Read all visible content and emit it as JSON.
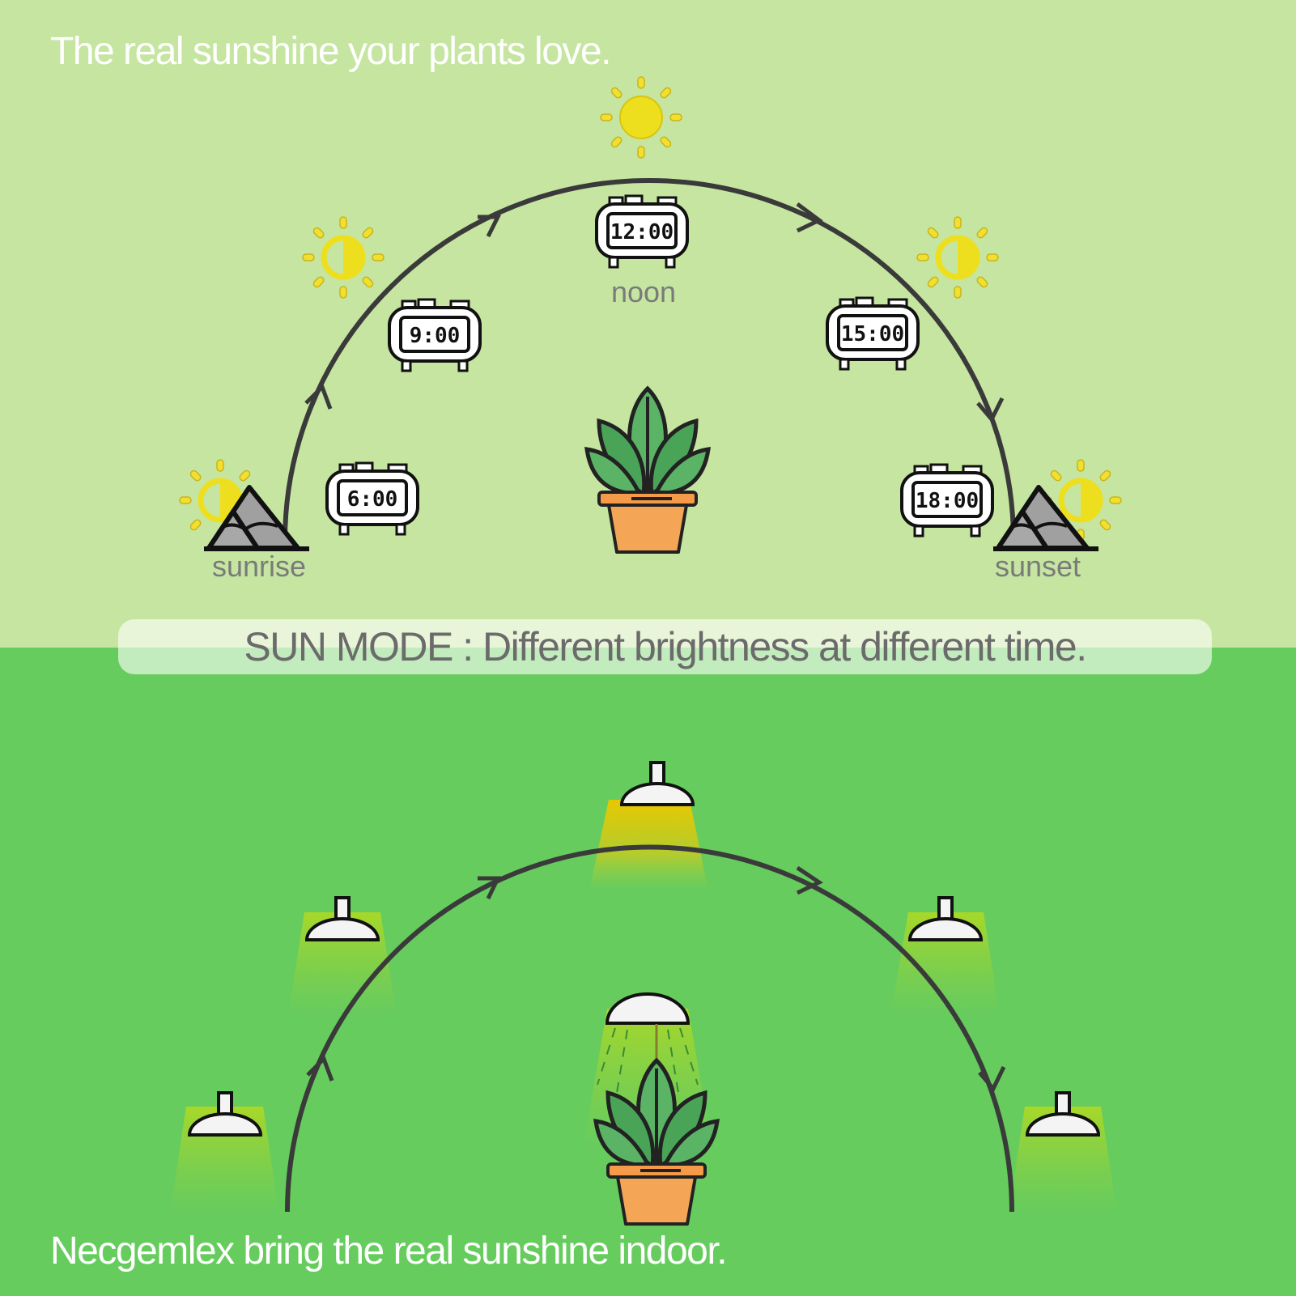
{
  "header": {
    "title": "The real sunshine your plants love."
  },
  "sun_cycle": {
    "labels": {
      "sunrise": "sunrise",
      "noon": "noon",
      "sunset": "sunset"
    },
    "clocks": [
      "6:00",
      "9:00",
      "12:00",
      "15:00",
      "18:00"
    ],
    "icons": [
      "sun-icon",
      "half-sun-icon",
      "mountain-icon",
      "alarm-clock-icon",
      "potted-plant-icon"
    ]
  },
  "banner": {
    "text": "SUN MODE : Different brightness at different time."
  },
  "indoor": {
    "icons": [
      "grow-lamp-icon",
      "potted-plant-icon"
    ],
    "lamp_count": 5
  },
  "footer": {
    "title": "Necgemlex bring the real sunshine indoor."
  },
  "colors": {
    "top_bg": "#c5e5a0",
    "bottom_bg": "#66cc5e",
    "sun": "#f0e020",
    "arc": "#3a3a3a",
    "pot": "#f4a050",
    "leaf": "#4fae5a"
  }
}
